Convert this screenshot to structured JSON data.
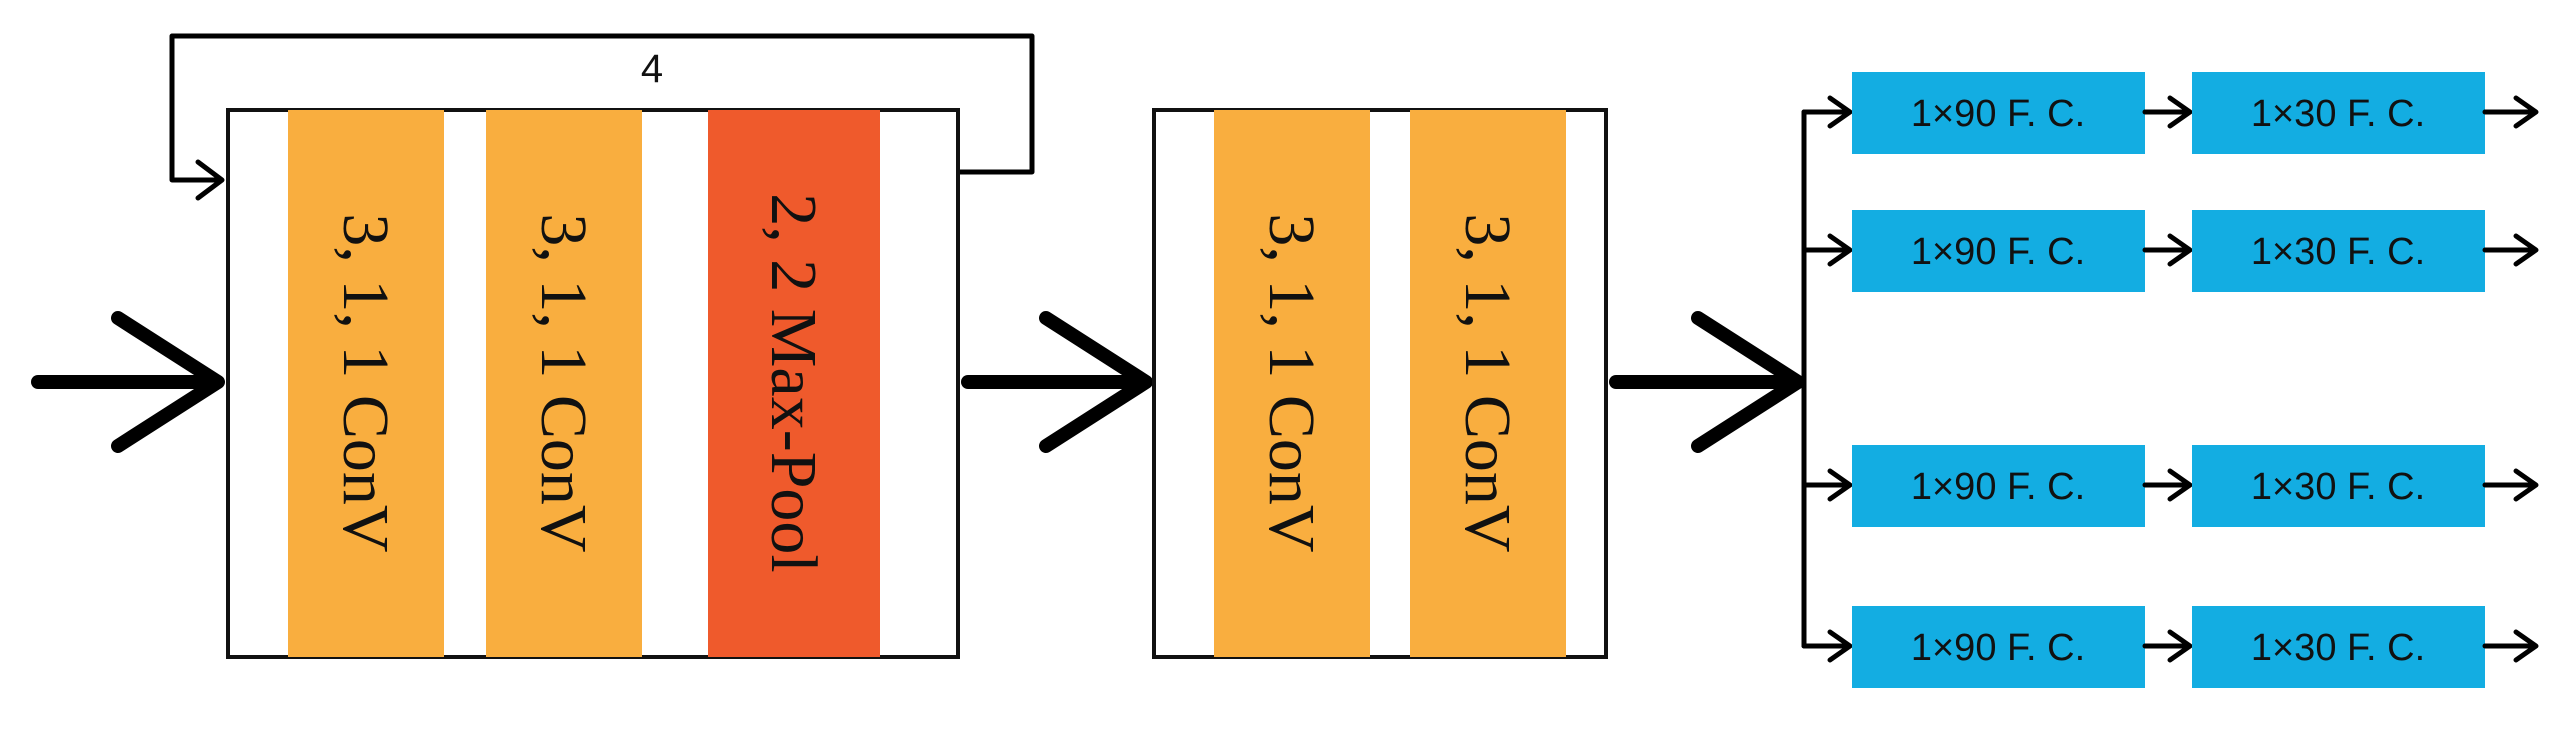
{
  "colors": {
    "conv": "#F9AE3F",
    "pool": "#EF5A2C",
    "fc": "#13ADE2",
    "line": "#000000"
  },
  "repeat_label": "4",
  "block1": {
    "layers": [
      {
        "label": "3, 1, 1 ConV",
        "kind": "conv"
      },
      {
        "label": "3, 1, 1 ConV",
        "kind": "conv"
      },
      {
        "label": "2, 2 Max-Pool",
        "kind": "pool"
      }
    ]
  },
  "block2": {
    "layers": [
      {
        "label": "3, 1, 1 ConV",
        "kind": "conv"
      },
      {
        "label": "3, 1, 1 ConV",
        "kind": "conv"
      }
    ]
  },
  "heads": [
    {
      "fc1": "1×90 F. C.",
      "fc2": "1×30 F. C."
    },
    {
      "fc1": "1×90 F. C.",
      "fc2": "1×30 F. C."
    },
    {
      "fc1": "1×90 F. C.",
      "fc2": "1×30 F. C."
    },
    {
      "fc1": "1×90 F. C.",
      "fc2": "1×30 F. C."
    }
  ]
}
